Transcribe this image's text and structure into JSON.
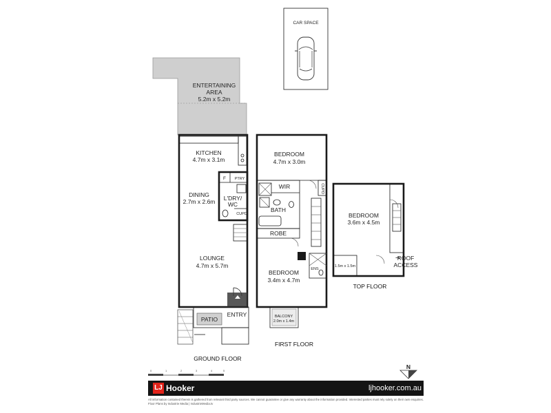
{
  "labels": {
    "car_space": "CAR SPACE",
    "entertaining_1": "ENTERTAINING",
    "entertaining_2": "AREA",
    "entertaining_3": "5.2m x 5.2m",
    "kitchen_1": "KITCHEN",
    "kitchen_2": "4.7m x 3.1m",
    "dining_1": "DINING",
    "dining_2": "2.7m x 2.6m",
    "laundry_1": "L'DRY/",
    "laundry_2": "WC",
    "fridge": "F",
    "pantry": "PTRY",
    "cupd": "CUPD",
    "lounge_1": "LOUNGE",
    "lounge_2": "4.7m x 5.7m",
    "patio": "PATIO",
    "entry": "ENTRY",
    "bedroom1_1": "BEDROOM",
    "bedroom1_2": "4.7m x 3.0m",
    "wir": "WIR",
    "bath": "BATH",
    "robe": "ROBE",
    "bedroom2_1": "BEDROOM",
    "bedroom2_2": "3.4m x 4.7m",
    "ens": "ENS",
    "balcony_1": "BALCONY",
    "balcony_2": "2.0m x 1.4m",
    "bedroom3_1": "BEDROOM",
    "bedroom3_2": "3.6m x 4.5m",
    "small_room": "1.5m x 1.5m",
    "roof_1": "ROOF",
    "roof_2": "ACCESS"
  },
  "floors": {
    "ground": "GROUND FLOOR",
    "first": "FIRST FLOOR",
    "top": "TOP FLOOR"
  },
  "compass_letter": "N",
  "scale_ticks": [
    "0",
    "1",
    "2",
    "3",
    "4",
    "5"
  ],
  "footer": {
    "brand_mark": "LJ",
    "brand_name": "Hooker",
    "url": "ljhooker.com.au",
    "disclaimer_1": "All information contained therein is gathered from relevant third party sources. We cannot guarantee or give any warranty about the information provided. Interested parties must rely solely on their own enquiries.",
    "disclaimer_2": "Floor Plans by Industrie Media | IndustrieMedia.tv"
  },
  "colors": {
    "wall": "#1a1a1a",
    "outdoor_area": "#cfcfcf",
    "brand_red": "#e2231a",
    "footer_bar": "#141414"
  }
}
